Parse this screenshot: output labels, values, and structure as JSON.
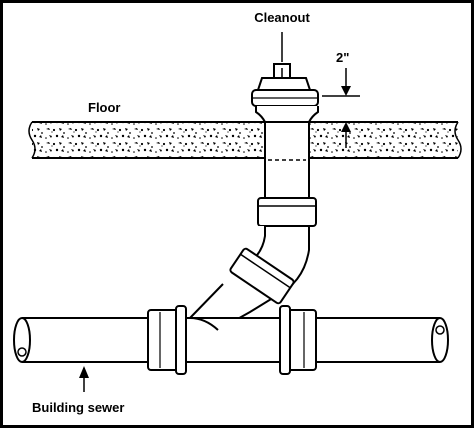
{
  "labels": {
    "cleanout": "Cleanout",
    "dimension": "2\"",
    "floor": "Floor",
    "building_sewer": "Building sewer"
  }
}
